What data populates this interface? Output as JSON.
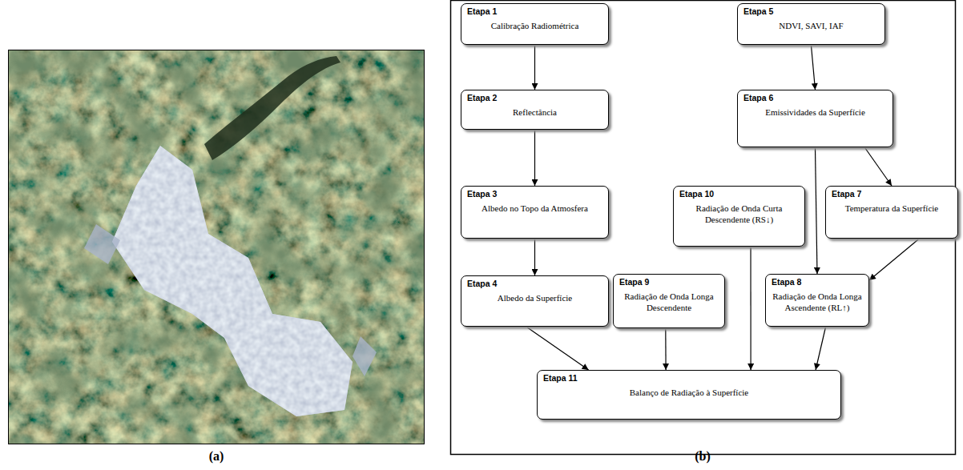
{
  "diagram": {
    "nodes": [
      {
        "text": [
          "Etapa 1",
          "Calibração Radiométrica"
        ]
      },
      {
        "text": [
          "Etapa 2",
          "Reflectância"
        ]
      },
      {
        "text": [
          "Etapa 3",
          "Albedo no Topo da Atmosfera"
        ]
      },
      {
        "text": [
          "Etapa 4",
          "Albedo da Superfície"
        ]
      },
      {
        "text": [
          "Etapa 5",
          "NDVI, SAVI, IAF"
        ]
      },
      {
        "text": [
          "Etapa 6",
          "Emissividades da Superfície"
        ]
      },
      {
        "text": [
          "Etapa 7",
          "Temperatura da Superfície"
        ]
      },
      {
        "text": [
          "Etapa 8",
          "Radiação de Onda Longa Ascendente (RL↑)"
        ]
      },
      {
        "text": [
          "Etapa 9",
          "Radiação de Onda Longa Descendente"
        ]
      },
      {
        "text": [
          "Etapa 10",
          "Radiação de Onda Curta Descendente (RS↓)"
        ]
      },
      {
        "text": [
          "Etapa 11",
          "Balanço de Radiação à Superfície"
        ]
      }
    ],
    "edges": [
      {
        "from": 0,
        "to": 1,
        "arrow": "to"
      },
      {
        "from": 1,
        "to": 2,
        "arrow": "to"
      },
      {
        "from": 2,
        "to": 3,
        "arrow": "to"
      },
      {
        "from": 4,
        "to": 5,
        "arrow": "to"
      },
      {
        "from": 5,
        "to": 6,
        "arrow": "to"
      },
      {
        "from": 5,
        "to": 7,
        "arrow": "to"
      },
      {
        "from": 6,
        "to": 7,
        "arrow": "to"
      },
      {
        "from": 3,
        "to": 10,
        "arrow": "to"
      },
      {
        "from": 8,
        "to": 10,
        "arrow": "to"
      },
      {
        "from": 9,
        "to": 10,
        "arrow": "to"
      },
      {
        "from": 7,
        "to": 10,
        "arrow": "to"
      }
    ],
    "labels": [
      "(a)",
      "(b)"
    ]
  }
}
